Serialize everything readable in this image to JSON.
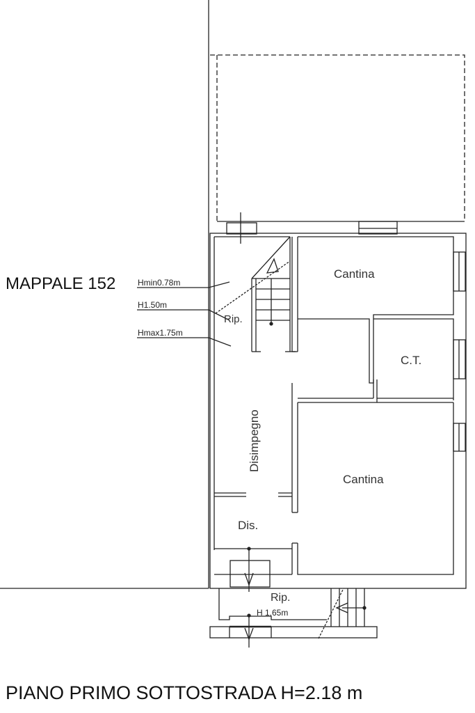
{
  "plan": {
    "title": "PIANO PRIMO SOTTOSTRADA H=2.18 m",
    "parcel_label": "MAPPALE 152",
    "height_notes": [
      {
        "label": "Hmin0.78m"
      },
      {
        "label": "H1.50m"
      },
      {
        "label": "Hmax1.75m"
      }
    ],
    "rooms": [
      {
        "name": "Cantina",
        "position": "top-right"
      },
      {
        "name": "C.T.",
        "position": "middle-right"
      },
      {
        "name": "Cantina",
        "position": "bottom-right"
      },
      {
        "name": "Disimpegno",
        "position": "corridor"
      },
      {
        "name": "Dis.",
        "position": "lower-corridor"
      },
      {
        "name": "Rip.",
        "position": "stair-storage"
      },
      {
        "name": "Rip.",
        "position": "bottom-storage"
      }
    ],
    "bottom_storage_height": "H 1,65m",
    "colors": {
      "line": "#222222",
      "text": "#333333",
      "background": "#ffffff"
    }
  }
}
